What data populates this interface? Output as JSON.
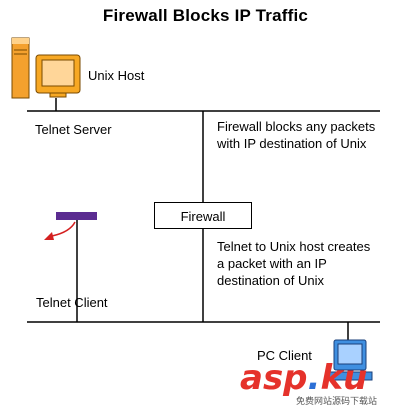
{
  "title": "Firewall Blocks IP Traffic",
  "nodes": {
    "unix_host": "Unix Host",
    "telnet_server": "Telnet Server",
    "firewall": "Firewall",
    "telnet_client": "Telnet Client",
    "pc_client": "PC Client"
  },
  "notes": {
    "firewall_line1": "Firewall blocks any packets",
    "firewall_line2": "with IP destination of Unix",
    "telnet_line1": "Telnet to Unix host creates",
    "telnet_line2": "a packet with an IP",
    "telnet_line3": "destination of Unix"
  },
  "watermark": {
    "main_a": "asp",
    "main_dot": ".",
    "main_b": "ku",
    "sub": "免费网站源码下载站"
  },
  "colors": {
    "computer_orange": "#f4a12e",
    "monitor_body": "#f7a824",
    "terminal_purple": "#5b2c91",
    "arrow_red": "#d42020",
    "pc_blue": "#3f8fe0"
  }
}
